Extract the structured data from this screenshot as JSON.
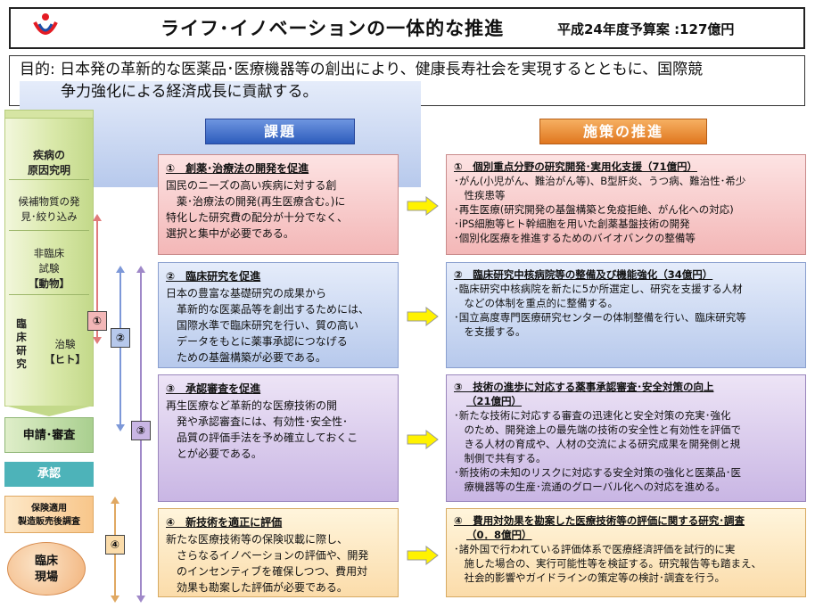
{
  "header": {
    "title": "ライフ･イノベーションの一体的な推進",
    "budget": "平成24年度予算案 :127億円"
  },
  "purpose": {
    "line1": "目的: 日本発の革新的な医薬品･医療機器等の創出により、健康長寿社会を実現するとともに、国際競",
    "line2": "争力強化による経済成長に貢献する。"
  },
  "stages": {
    "s1": [
      "疾病の",
      "原因究明"
    ],
    "s2": [
      "候補物質の発",
      "見･絞り込み"
    ],
    "s3": [
      "非臨床",
      "試験",
      "【動物】"
    ],
    "s4_left": [
      "臨",
      "床",
      "研",
      "究"
    ],
    "s4_right": [
      "治験",
      "【ヒト】"
    ],
    "shinsei": "申請･審査",
    "shonin": "承認",
    "hoken": [
      "保険適用",
      "製造販売後調査"
    ],
    "genba": [
      "臨床",
      "現場"
    ]
  },
  "markers": [
    "①",
    "②",
    "③",
    "④"
  ],
  "headers": {
    "kadai": "課題",
    "shisaku": "施策の推進"
  },
  "issues": [
    {
      "title": "①　創薬･治療法の開発を促進",
      "lines": [
        "国民のニーズの高い疾病に対する創",
        "　薬･治療法の開発(再生医療含む。)に",
        "特化した研究費の配分が十分でなく、",
        "選択と集中が必要である。"
      ]
    },
    {
      "title": "②　臨床研究を促進",
      "lines": [
        "日本の豊富な基礎研究の成果から",
        "　革新的な医薬品等を創出するためには、",
        "　国際水準で臨床研究を行い、質の高い",
        "　データをもとに薬事承認につなげる",
        "　ための基盤構築が必要である。"
      ]
    },
    {
      "title": "③　承認審査を促進",
      "lines": [
        "再生医療など革新的な医療技術の開",
        "　発や承認審査には、有効性･安全性･",
        "　品質の評価手法を予め確立しておくこ",
        "　とが必要である。"
      ]
    },
    {
      "title": "④　新技術を適正に評価",
      "lines": [
        "新たな医療技術等の保険収載に際し、",
        "　さらなるイノベーションの評価や、開発",
        "　のインセンティブを確保しつつ、費用対",
        "　効果も勘案した評価が必要である。"
      ]
    }
  ],
  "policies": [
    {
      "title": "①　個別重点分野の研究開発･実用化支援（71億円）",
      "lines": [
        "･がん(小児がん、難治がん等)、B型肝炎、うつ病、難治性･希少",
        "　性疾患等",
        "･再生医療(研究開発の基盤構築と免疫拒絶、がん化への対応)",
        "･iPS細胞等ヒト幹細胞を用いた創薬基盤技術の開発",
        "･個別化医療を推進するためのバイオバンクの整備等"
      ]
    },
    {
      "title": "②　臨床研究中核病院等の整備及び機能強化（34億円）",
      "lines": [
        "･臨床研究中核病院を新たに5か所選定し、研究を支援する人材",
        "　などの体制を重点的に整備する。",
        "･国立高度専門医療研究センターの体制整備を行い、臨床研究等",
        "　を支援する。"
      ]
    },
    {
      "title": "③　技術の進歩に対応する薬事承認審査･安全対策の向上",
      "title2": "（21億円）",
      "lines": [
        "･新たな技術に対応する審査の迅速化と安全対策の充実･強化",
        "　のため、開発途上の最先端の技術の安全性と有効性を評価で",
        "　きる人材の育成や、人材の交流による研究成果を開発側と規",
        "　制側で共有する。",
        "･新技術の未知のリスクに対応する安全対策の強化と医薬品･医",
        "　療機器等の生産･流通のグローバル化への対応を進める。"
      ]
    },
    {
      "title": "④　費用対効果を勘案した医療技術等の評価に関する研究･調査",
      "title2": "（0．8億円）",
      "lines": [
        "･諸外国で行われている評価体系で医療経済評価を試行的に実",
        "　施した場合の、実行可能性等を検証する。研究報告等も踏まえ、",
        "　社会的影響やガイドラインの策定等の検討･調査を行う。"
      ]
    }
  ],
  "colors": {
    "row1": "#f3b7b7",
    "row2": "#b7c9ec",
    "row3": "#c9b6e4",
    "row4": "#fbdcaa",
    "arrow_fill": "#fff200",
    "kadai": "#2d5cbc",
    "shisaku": "#e0771f",
    "logo_red": "#e41b23",
    "logo_blue": "#1f4fa8"
  }
}
